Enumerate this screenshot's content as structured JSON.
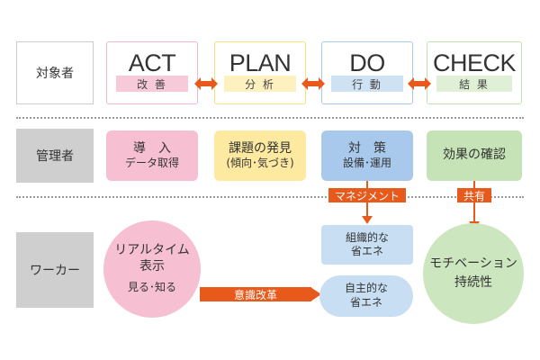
{
  "rows": {
    "target": "対象者",
    "manager": "管理者",
    "worker": "ワーカー"
  },
  "phases": [
    {
      "title": "ACT",
      "sub": "改 善",
      "color": "#f7cad9",
      "border": "#f3b7cb"
    },
    {
      "title": "PLAN",
      "sub": "分 析",
      "color": "#fdf1bf",
      "border": "#f6e27e"
    },
    {
      "title": "DO",
      "sub": "行 動",
      "color": "#cfe2f4",
      "border": "#a9c9ea"
    },
    {
      "title": "CHECK",
      "sub": "結 果",
      "color": "#dff0d6",
      "border": "#c2e2b2"
    }
  ],
  "manager_cards": [
    {
      "line1": "導　入",
      "line2": "データ取得",
      "color": "#f6bfd2"
    },
    {
      "line1": "課題の発見",
      "line2": "(傾向･気づき)",
      "color": "#fde9a0"
    },
    {
      "line1": "対　策",
      "line2": "設備･運用",
      "color": "#a8c9ec"
    },
    {
      "line1": "効果の確認",
      "line2": "",
      "color": "#c5e3b6"
    }
  ],
  "labels": {
    "management": "マネジメント",
    "share": "共有",
    "awareness": "意識改革"
  },
  "worker_items": {
    "realtime": {
      "line1": "リアルタイム",
      "line2": "表示",
      "line3": "見る･知る",
      "color": "#f6bfd2"
    },
    "org_energy": {
      "line1": "組織的な",
      "line2": "省エネ",
      "color": "#c8def3"
    },
    "self_energy": {
      "line1": "自主的な",
      "line2": "省エネ",
      "color": "#c8def3"
    },
    "motivation": {
      "line1": "モチベーション",
      "line2": "持続性",
      "color": "#cce6bf"
    }
  },
  "colors": {
    "arrow": "#e85a1c"
  }
}
